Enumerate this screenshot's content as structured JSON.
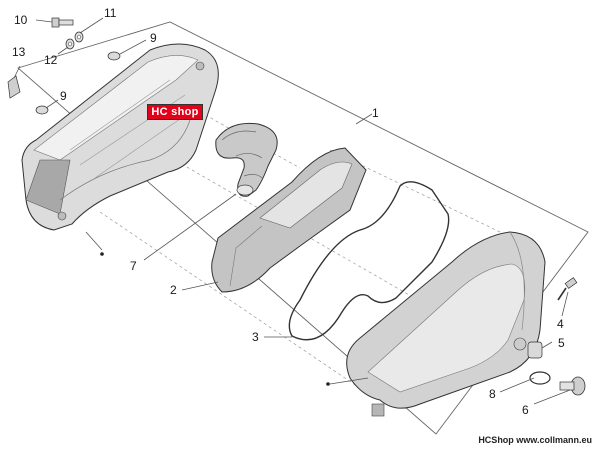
{
  "callouts": [
    {
      "id": "1",
      "label": "1"
    },
    {
      "id": "2",
      "label": "2"
    },
    {
      "id": "3",
      "label": "3"
    },
    {
      "id": "4",
      "label": "4"
    },
    {
      "id": "5",
      "label": "5"
    },
    {
      "id": "6",
      "label": "6"
    },
    {
      "id": "7",
      "label": "7"
    },
    {
      "id": "8",
      "label": "8"
    },
    {
      "id": "9a",
      "label": "9"
    },
    {
      "id": "9b",
      "label": "9"
    },
    {
      "id": "10",
      "label": "10"
    },
    {
      "id": "11",
      "label": "11"
    },
    {
      "id": "12",
      "label": "12"
    },
    {
      "id": "13",
      "label": "13"
    }
  ],
  "watermark": {
    "logo_text": "HC shop",
    "logo_color": "#e3001b"
  },
  "credit": "HCShop www.collmann.eu"
}
